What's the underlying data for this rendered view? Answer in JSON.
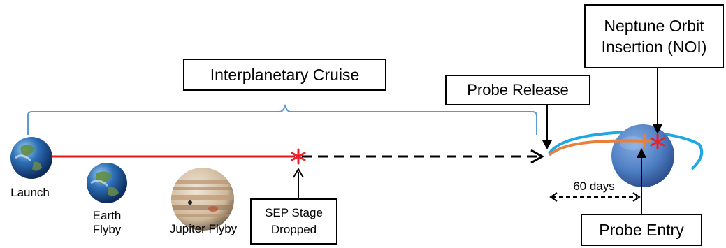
{
  "labels": {
    "cruise": "Interplanetary Cruise",
    "probe_release": "Probe Release",
    "noi_line1": "Neptune Orbit",
    "noi_line2": "Insertion (NOI)",
    "launch": "Launch",
    "earth_flyby_line1": "Earth",
    "earth_flyby_line2": "Flyby",
    "jupiter_flyby": "Jupiter Flyby",
    "sep_line1": "SEP Stage",
    "sep_line2": "Dropped",
    "sixty_days": "60 days",
    "probe_entry": "Probe Entry"
  },
  "colors": {
    "trajectory_red": "#e41a1c",
    "bracket_blue": "#5b9bd5",
    "orbit_blue": "#1ea7e4",
    "orbit_orange": "#e8803a",
    "marker_red": "#e8212b",
    "neptune": "#4f7fc4"
  },
  "icons": {
    "launch_planet": "earth-globe-icon",
    "flyby_planet": "earth-globe-icon",
    "jupiter": "jupiter-planet-icon",
    "neptune": "neptune-planet-icon",
    "event_marker": "red-star-icon"
  }
}
